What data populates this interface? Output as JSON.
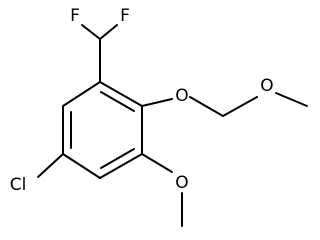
{
  "structure": {
    "atoms": {
      "f_left": "F",
      "f_right": "F",
      "o_ether": "O",
      "o_methoxymethyl": "O",
      "o_methoxy": "O",
      "cl": "Cl"
    }
  }
}
